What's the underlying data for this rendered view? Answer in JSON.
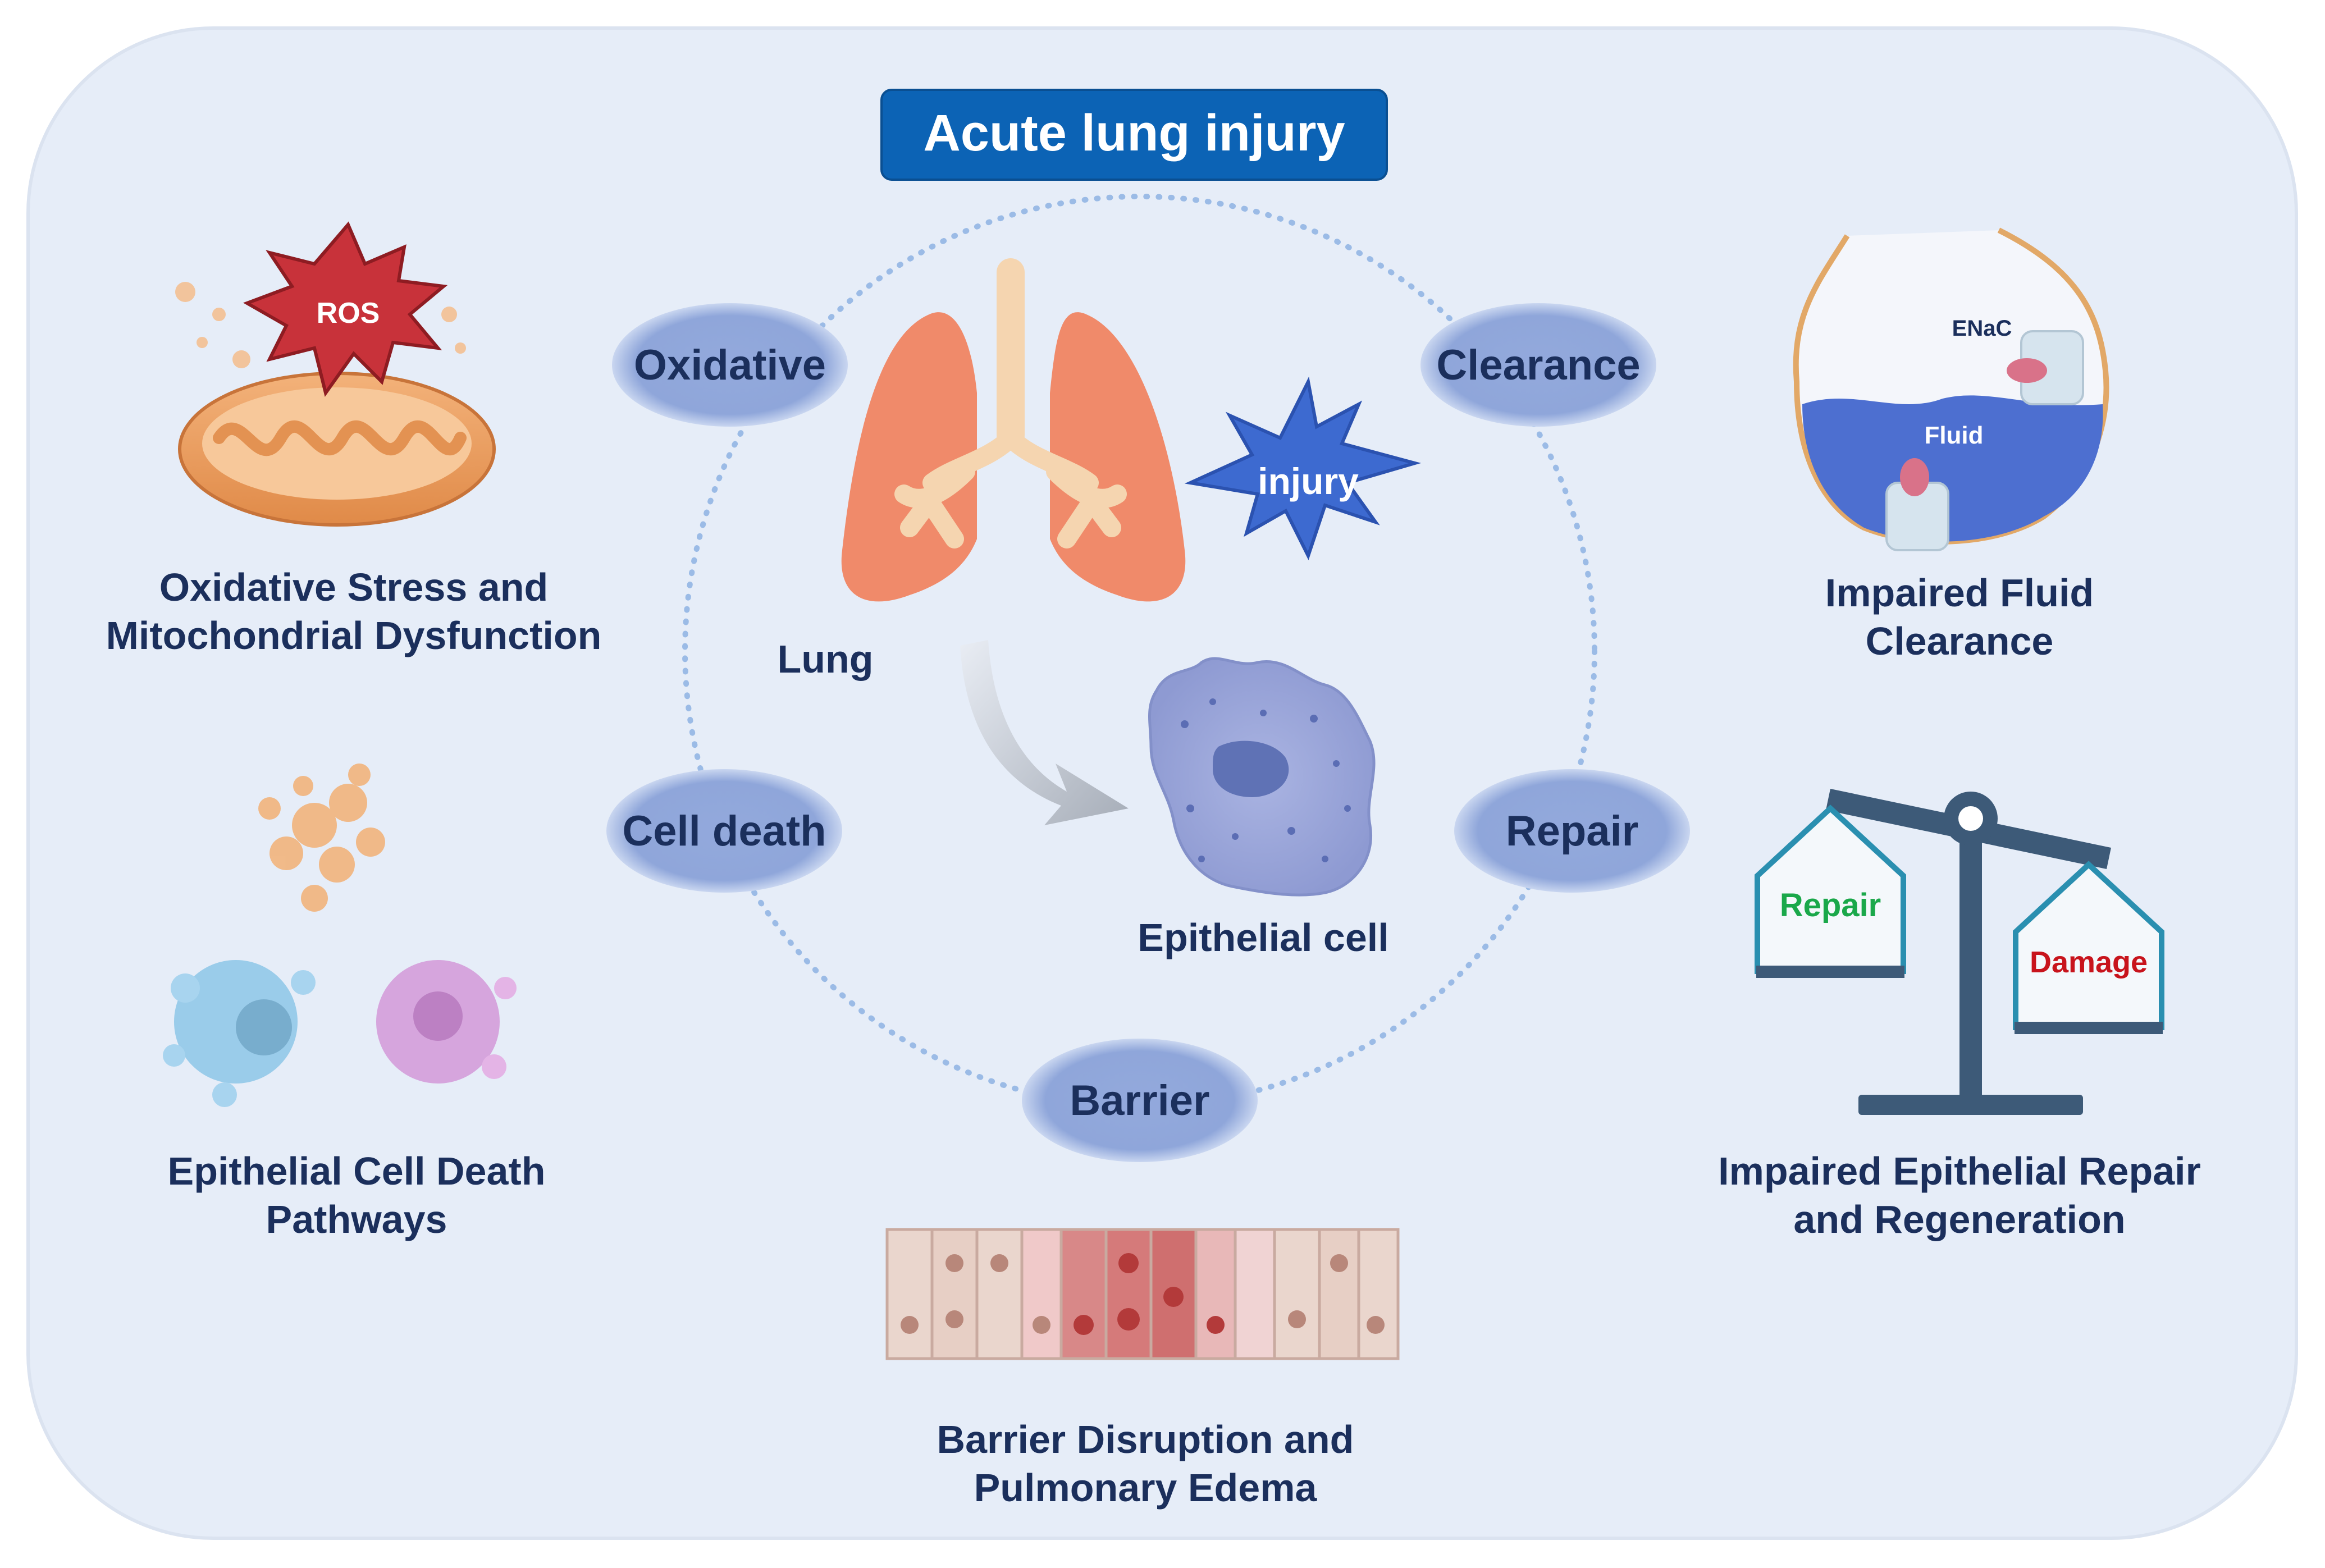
{
  "title": "Acute lung injury",
  "center": {
    "lung_label": "Lung",
    "injury_label": "injury",
    "cell_label": "Epithelial cell"
  },
  "nodes": {
    "oxidative": "Oxidative",
    "clearance": "Clearance",
    "cell_death": "Cell death",
    "repair": "Repair",
    "barrier": "Barrier"
  },
  "panels": {
    "oxidative": {
      "badge": "ROS",
      "caption_line1": "Oxidative Stress and",
      "caption_line2": "Mitochondrial Dysfunction"
    },
    "clearance": {
      "channel_label": "ENaC",
      "fluid_label": "Fluid",
      "caption_line1": "Impaired Fluid",
      "caption_line2": "Clearance"
    },
    "cell_death": {
      "caption_line1": "Epithelial Cell Death",
      "caption_line2": "Pathways"
    },
    "repair": {
      "left_pan": "Repair",
      "right_pan": "Damage",
      "caption_line1": "Impaired Epithelial Repair",
      "caption_line2": "and Regeneration"
    },
    "barrier": {
      "caption_line1": "Barrier Disruption and",
      "caption_line2": "Pulmonary Edema"
    }
  },
  "colors": {
    "panel_bg": "#e6edf8",
    "title_bg": "#0c63b5",
    "node_fill": "#93a9dc",
    "text": "#1b2f5c",
    "repair_text": "#1aa84a",
    "damage_text": "#c8141c",
    "lung": "#f08a6a",
    "injury_star": "#3d6ad0",
    "ros_star": "#c8323a"
  }
}
